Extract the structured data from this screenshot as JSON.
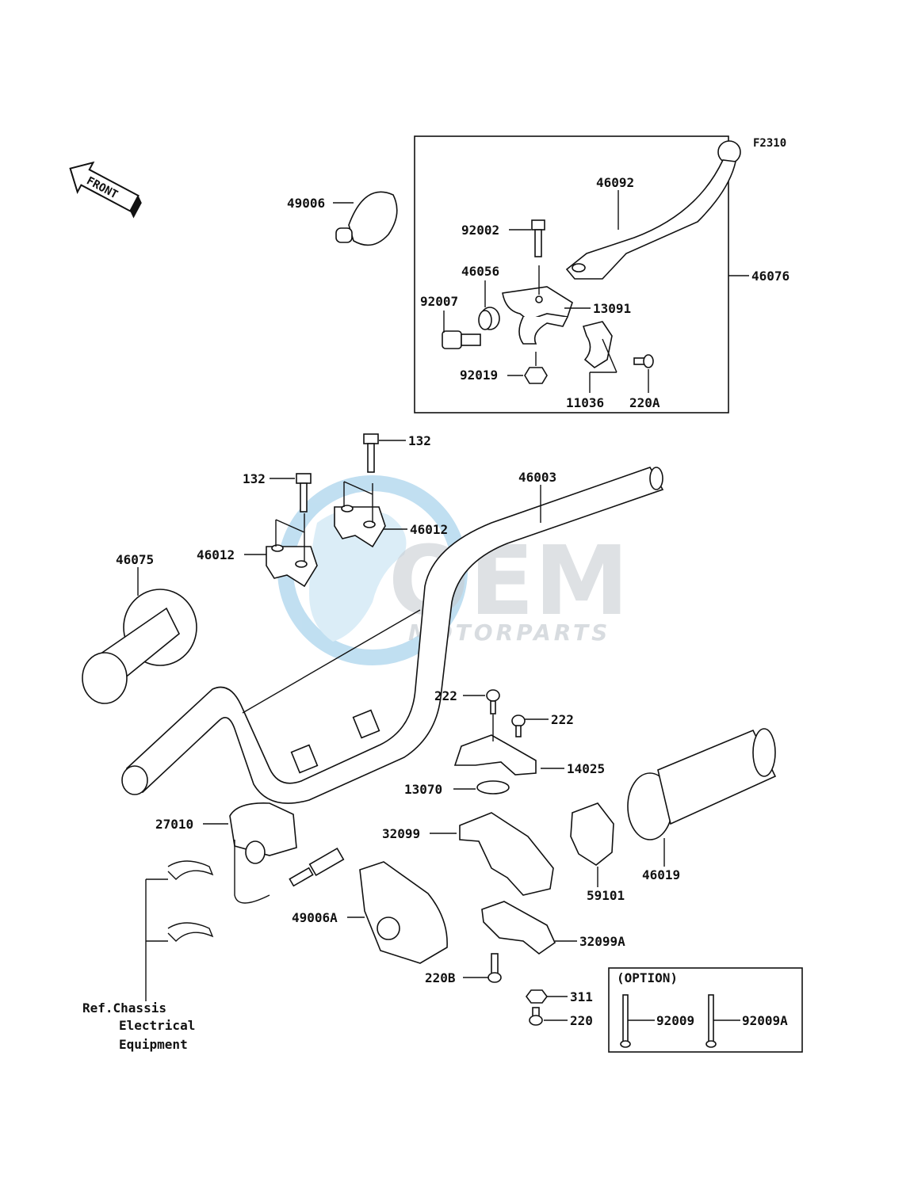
{
  "figure_code": "F2310",
  "front_arrow_text": "FRONT",
  "watermark": {
    "brand": "OEM",
    "sub": "MOTORPARTS",
    "globe_color": "#8ec5e6",
    "text_color": "#9aa3ad"
  },
  "labels": {
    "p46076": "46076",
    "p46092": "46092",
    "p92002": "92002",
    "p46056": "46056",
    "p13091": "13091",
    "p92007": "92007",
    "p92019": "92019",
    "p11036": "11036",
    "p220A": "220A",
    "p49006": "49006",
    "p132a": "132",
    "p132b": "132",
    "p46003": "46003",
    "p46012a": "46012",
    "p46012b": "46012",
    "p46075": "46075",
    "p222a": "222",
    "p222b": "222",
    "p14025": "14025",
    "p13070": "13070",
    "p27010": "27010",
    "p32099": "32099",
    "p59101": "59101",
    "p46019": "46019",
    "p49006A": "49006A",
    "p32099A": "32099A",
    "p220B": "220B",
    "p311": "311",
    "p220": "220",
    "p92009": "92009",
    "p92009A": "92009A"
  },
  "option_title": "(OPTION)",
  "reference": {
    "line1": "Ref.Chassis",
    "line2": "Electrical",
    "line3": "Equipment"
  }
}
